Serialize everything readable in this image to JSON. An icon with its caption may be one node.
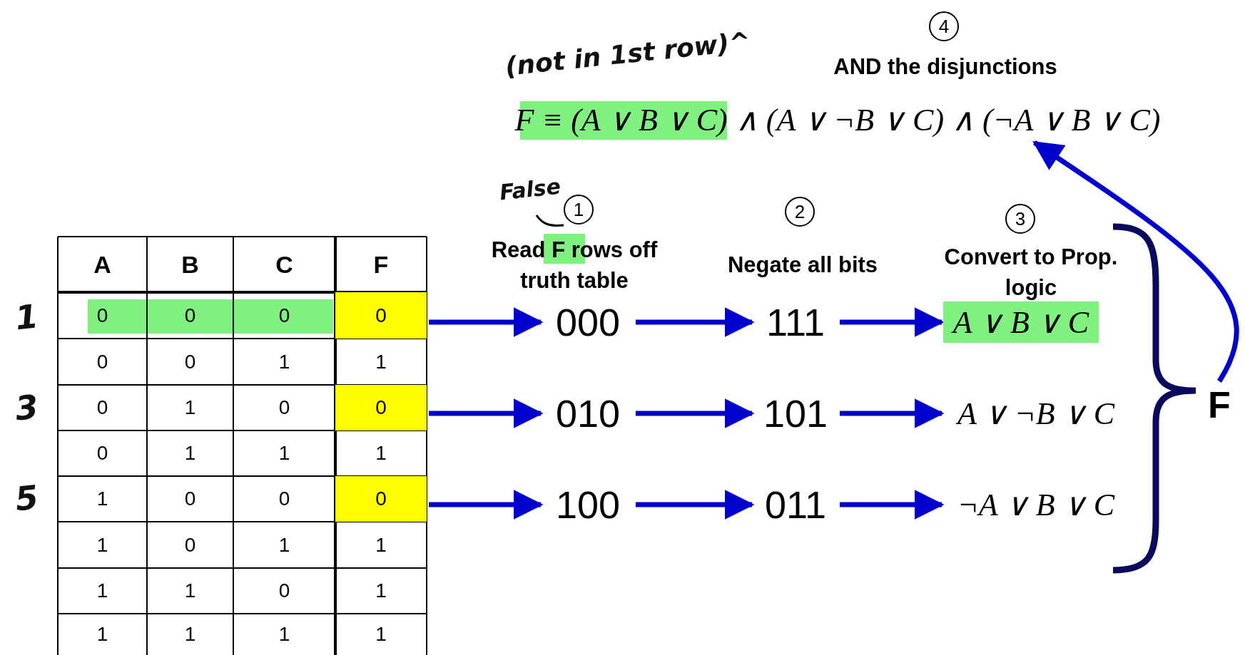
{
  "diagram": {
    "nodes": [
      {
        "text": [
          "0"
        ]
      },
      {
        "text": [
          "000"
        ]
      },
      {
        "text": [
          "111"
        ]
      },
      {
        "text": [
          "A ∨ B ∨ C"
        ]
      },
      {
        "text": [
          "0"
        ]
      },
      {
        "text": [
          "010"
        ]
      },
      {
        "text": [
          "101"
        ]
      },
      {
        "text": [
          "A ∨ ¬B ∨ C"
        ]
      },
      {
        "text": [
          "0"
        ]
      },
      {
        "text": [
          "100"
        ]
      },
      {
        "text": [
          "011"
        ]
      },
      {
        "text": [
          "¬A ∨ B ∨ C"
        ]
      },
      {
        "text": [
          "F"
        ]
      },
      {
        "text": [
          "F ≡ (A ∨ B ∨ C) ∧ (A ∨ ¬B ∨ C) ∧ (¬A ∨ B ∨ C)"
        ]
      }
    ],
    "edges": [
      {
        "from": 0,
        "to": 1,
        "arrow": "to"
      },
      {
        "from": 1,
        "to": 2,
        "arrow": "to"
      },
      {
        "from": 2,
        "to": 3,
        "arrow": "to"
      },
      {
        "from": 4,
        "to": 5,
        "arrow": "to"
      },
      {
        "from": 5,
        "to": 6,
        "arrow": "to"
      },
      {
        "from": 6,
        "to": 7,
        "arrow": "to"
      },
      {
        "from": 8,
        "to": 9,
        "arrow": "to"
      },
      {
        "from": 9,
        "to": 10,
        "arrow": "to"
      },
      {
        "from": 10,
        "to": 11,
        "arrow": "to"
      },
      {
        "from": 12,
        "to": 13,
        "arrow": "to"
      }
    ],
    "labels": [
      "(not in 1st row)^",
      "4",
      "AND the disjunctions",
      "False",
      "1",
      "Read F rows off truth table",
      "2",
      "Negate all bits",
      "3",
      "Convert to Prop. logic",
      "A",
      "B",
      "C",
      "F",
      "1",
      "0",
      "0",
      "0",
      "0",
      "0",
      "1",
      "1",
      "3",
      "0",
      "1",
      "0",
      "0",
      "1",
      "1",
      "1",
      "5",
      "1",
      "0",
      "0",
      "1",
      "0",
      "1",
      "1",
      "1",
      "1",
      "0",
      "1",
      "1",
      "1",
      "1",
      "1"
    ]
  }
}
